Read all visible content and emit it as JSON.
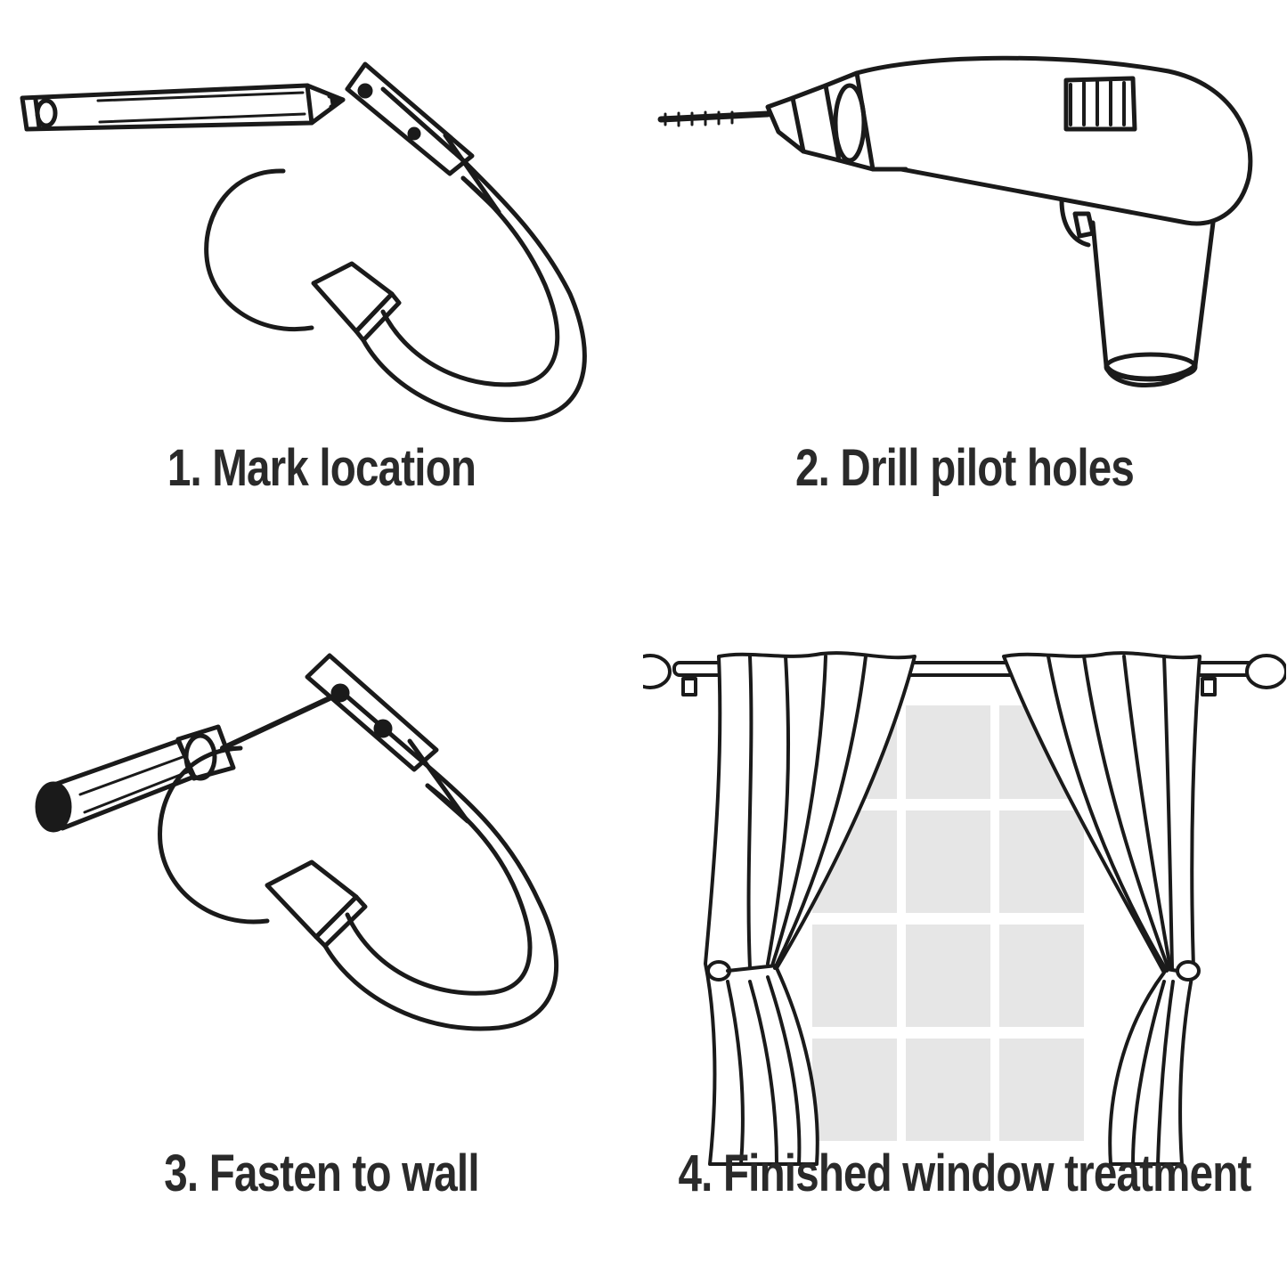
{
  "steps": [
    {
      "number": 1,
      "caption": "1. Mark location",
      "icon": "pencil-icon"
    },
    {
      "number": 2,
      "caption": "2. Drill pilot holes",
      "icon": "drill-icon"
    },
    {
      "number": 3,
      "caption": "3. Fasten to wall",
      "icon": "screwdriver-icon"
    },
    {
      "number": 4,
      "caption": "4. Finished window treatment",
      "icon": "curtain-icon"
    }
  ],
  "colors": {
    "line": "#1a1a1a",
    "text": "#2a2a2a",
    "window": "#e6e6e6"
  }
}
